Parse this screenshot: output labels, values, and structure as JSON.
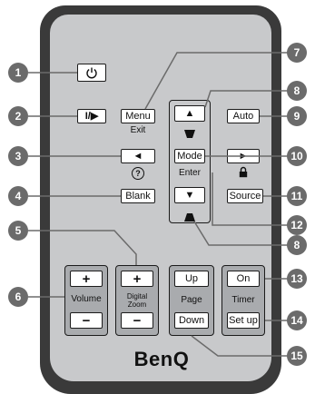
{
  "buttons": {
    "power": "power-icon",
    "freeze": "I/▶",
    "menu": "Menu",
    "up": "▲",
    "auto": "Auto",
    "left": "◄",
    "mode": "Mode",
    "right": "►",
    "blank": "Blank",
    "down": "▼",
    "source": "Source",
    "volume_plus": "+",
    "volume_minus": "−",
    "zoom_plus": "+",
    "zoom_minus": "−",
    "page_up": "Up",
    "page_down": "Down",
    "timer_on": "On",
    "timer_setup": "Set up"
  },
  "labels": {
    "exit": "Exit",
    "enter": "Enter",
    "help_symbol": "?",
    "volume": "Volume",
    "digital": "Digital",
    "zoom": "Zoom",
    "page": "Page",
    "timer": "Timer",
    "brand": "BenQ"
  },
  "callouts": [
    "1",
    "2",
    "3",
    "4",
    "5",
    "6",
    "7",
    "8",
    "9",
    "10",
    "11",
    "12",
    "8",
    "13",
    "14",
    "15"
  ],
  "colors": {
    "body": "#3a3a3a",
    "face": "#c8c9cb",
    "button": "#ffffff",
    "callout": "#6b6b6b"
  }
}
